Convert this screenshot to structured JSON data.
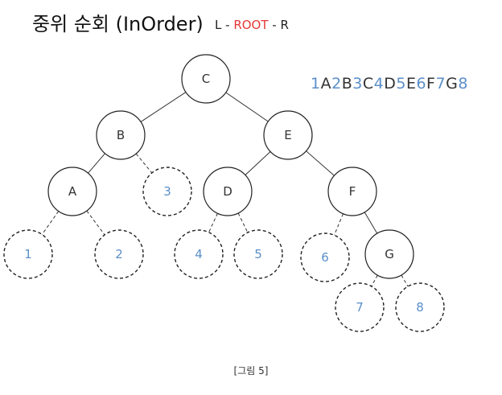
{
  "title": "중위 순회 (InOrder)",
  "subtitle": {
    "left": "L - ",
    "root": "ROOT",
    "right": " - R"
  },
  "sequence": [
    "1",
    "A",
    "2",
    "B",
    "3",
    "C",
    "4",
    "D",
    "5",
    "E",
    "6",
    "F",
    "7",
    "G",
    "8"
  ],
  "caption": "[그림 5]",
  "colors": {
    "node_label": "#333333",
    "null_label": "#5b8fc9",
    "root_highlight": "#e53935",
    "sequence_letter": "#333333"
  },
  "nodes": [
    {
      "id": "C",
      "label": "C",
      "kind": "node"
    },
    {
      "id": "B",
      "label": "B",
      "kind": "node"
    },
    {
      "id": "E",
      "label": "E",
      "kind": "node"
    },
    {
      "id": "A",
      "label": "A",
      "kind": "node"
    },
    {
      "id": "D",
      "label": "D",
      "kind": "node"
    },
    {
      "id": "F",
      "label": "F",
      "kind": "node"
    },
    {
      "id": "G",
      "label": "G",
      "kind": "node"
    },
    {
      "id": "n1",
      "label": "1",
      "kind": "null"
    },
    {
      "id": "n2",
      "label": "2",
      "kind": "null"
    },
    {
      "id": "n3",
      "label": "3",
      "kind": "null"
    },
    {
      "id": "n4",
      "label": "4",
      "kind": "null"
    },
    {
      "id": "n5",
      "label": "5",
      "kind": "null"
    },
    {
      "id": "n6",
      "label": "6",
      "kind": "null"
    },
    {
      "id": "n7",
      "label": "7",
      "kind": "null"
    },
    {
      "id": "n8",
      "label": "8",
      "kind": "null"
    }
  ],
  "edges": [
    {
      "from": "C",
      "to": "B",
      "style": "solid"
    },
    {
      "from": "C",
      "to": "E",
      "style": "solid"
    },
    {
      "from": "B",
      "to": "A",
      "style": "solid"
    },
    {
      "from": "B",
      "to": "n3",
      "style": "dashed"
    },
    {
      "from": "A",
      "to": "n1",
      "style": "dashed"
    },
    {
      "from": "A",
      "to": "n2",
      "style": "dashed"
    },
    {
      "from": "E",
      "to": "D",
      "style": "solid"
    },
    {
      "from": "E",
      "to": "F",
      "style": "solid"
    },
    {
      "from": "D",
      "to": "n4",
      "style": "dashed"
    },
    {
      "from": "D",
      "to": "n5",
      "style": "dashed"
    },
    {
      "from": "F",
      "to": "n6",
      "style": "dashed"
    },
    {
      "from": "F",
      "to": "G",
      "style": "solid"
    },
    {
      "from": "G",
      "to": "n7",
      "style": "dashed"
    },
    {
      "from": "G",
      "to": "n8",
      "style": "dashed"
    }
  ]
}
